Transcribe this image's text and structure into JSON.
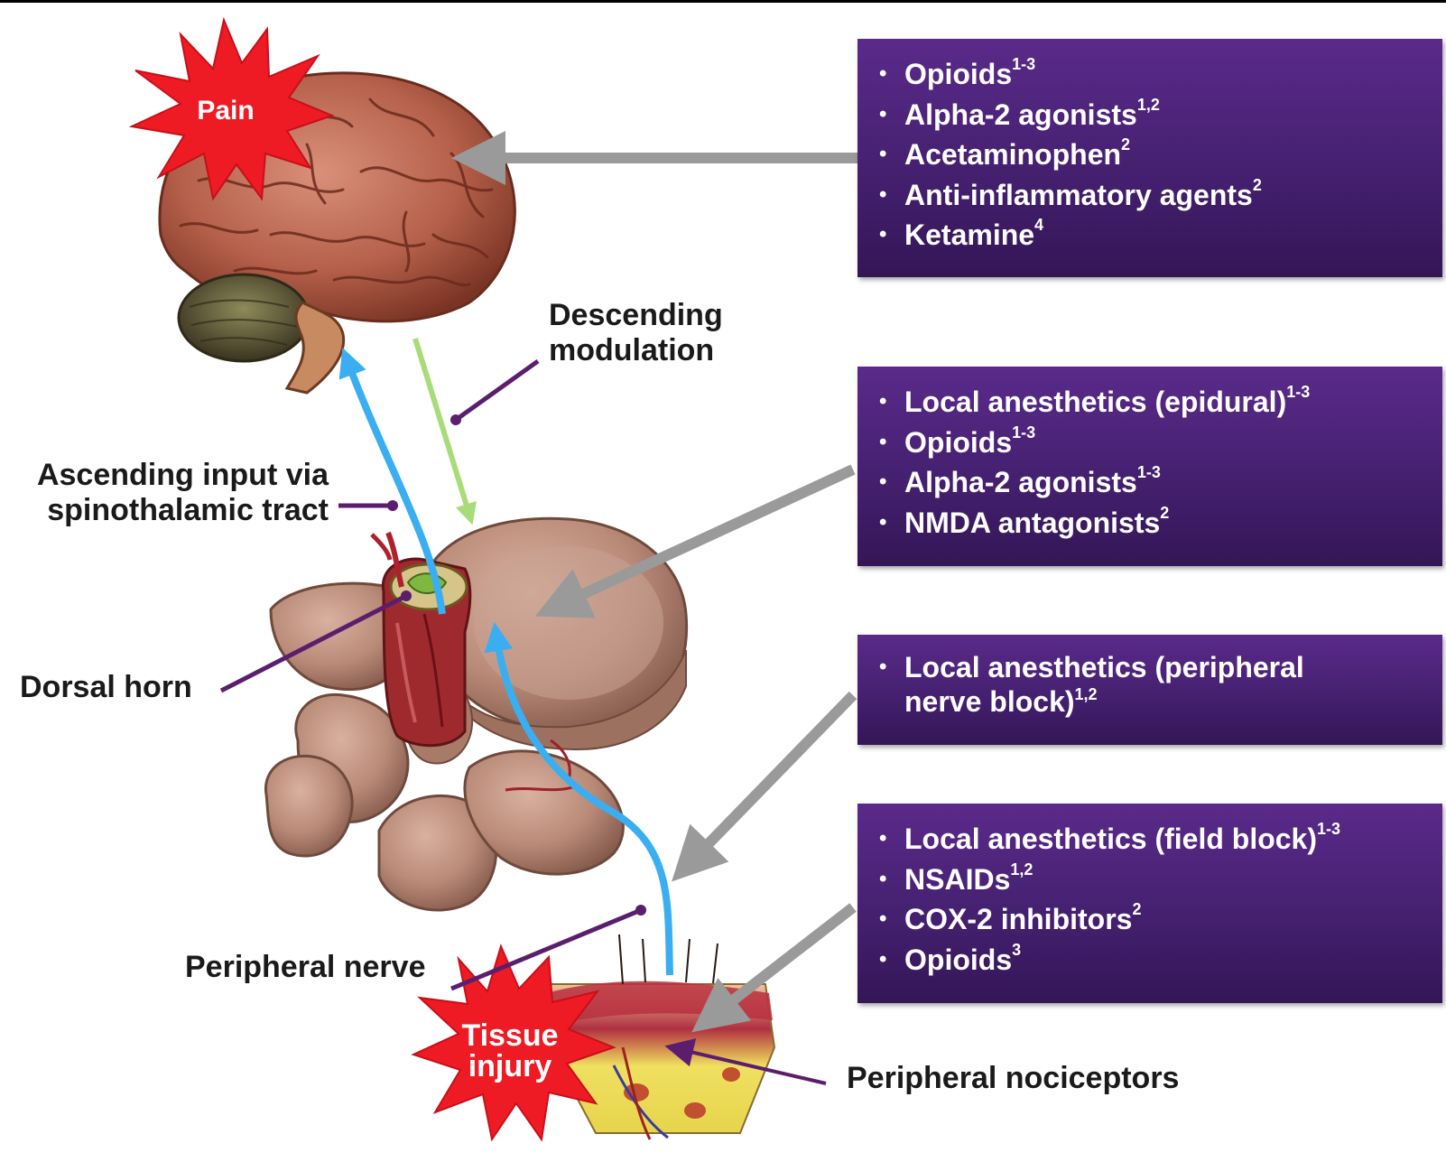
{
  "boxes": [
    {
      "items": [
        {
          "text": "Opioids",
          "sup": "1-3"
        },
        {
          "text": "Alpha-2 agonists",
          "sup": "1,2"
        },
        {
          "text": "Acetaminophen",
          "sup": "2"
        },
        {
          "text": "Anti-inflammatory agents",
          "sup": "2"
        },
        {
          "text": "Ketamine",
          "sup": "4"
        }
      ]
    },
    {
      "items": [
        {
          "text": "Local anesthetics (epidural)",
          "sup": "1-3"
        },
        {
          "text": "Opioids",
          "sup": "1-3"
        },
        {
          "text": "Alpha-2 agonists",
          "sup": "1-3"
        },
        {
          "text": "NMDA antagonists",
          "sup": "2"
        }
      ]
    },
    {
      "items": [
        {
          "text": "Local anesthetics (peripheral nerve block)",
          "sup": "1,2",
          "lines": [
            "Local anesthetics (peripheral",
            "nerve block)"
          ]
        }
      ]
    },
    {
      "items": [
        {
          "text": "Local anesthetics (field block)",
          "sup": "1-3"
        },
        {
          "text": "NSAIDs",
          "sup": "1,2"
        },
        {
          "text": "COX-2 inhibitors",
          "sup": "2"
        },
        {
          "text": "Opioids",
          "sup": "3"
        }
      ]
    }
  ],
  "labels": {
    "pain": "Pain",
    "tissue_injury": [
      "Tissue",
      "injury"
    ],
    "descending_modulation": [
      "Descending",
      "modulation"
    ],
    "ascending_input": [
      "Ascending input via",
      "spinothalamic tract"
    ],
    "dorsal_horn": "Dorsal horn",
    "peripheral_nerve": "Peripheral nerve",
    "peripheral_nociceptors": "Peripheral nociceptors"
  },
  "colors": {
    "box_purple": "#452070",
    "ascending_arrow": "#3aaef0",
    "descending_arrow": "#a8dc78",
    "pointer_line": "#5b1e6e",
    "gray_arrow": "#9a9a9a",
    "burst_red": "#ee1b24"
  }
}
